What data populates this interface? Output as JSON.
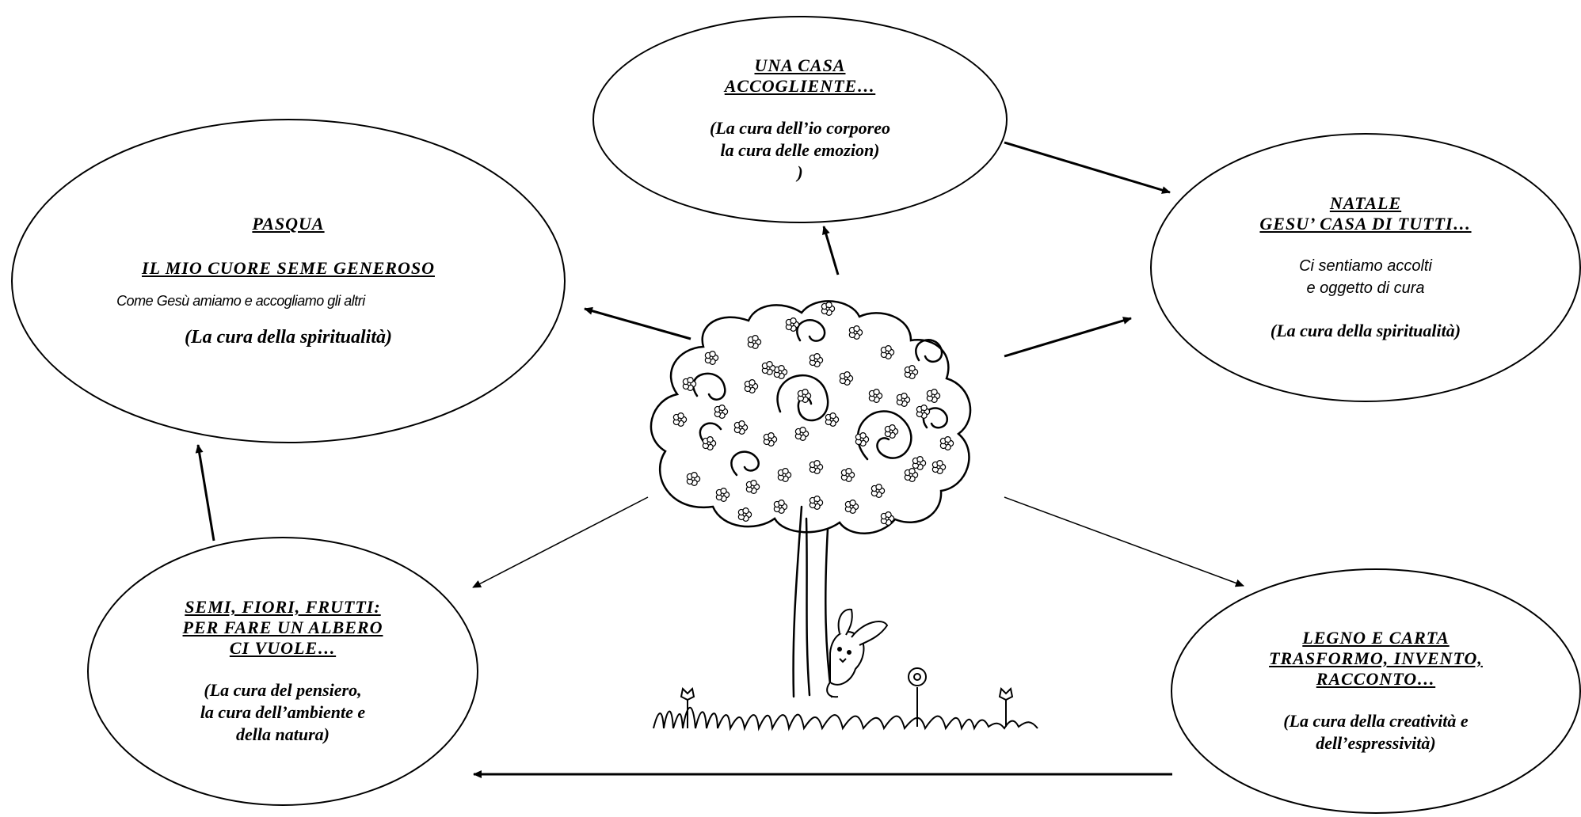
{
  "nodes": {
    "casa": {
      "title": "UNA CASA\nACCOGLIENTE…",
      "care": "(La cura dell’io corporeo\nla cura delle emozion)\n)"
    },
    "natale": {
      "title": "NATALE\nGESU’ CASA DI TUTTI…",
      "subtitle": "Ci sentiamo accolti\ne oggetto di cura",
      "care": "(La cura della spiritualità)"
    },
    "pasqua": {
      "title": "PASQUA",
      "title2": "IL MIO CUORE SEME  GENEROSO",
      "subtitle": "Come Gesù amiamo e accogliamo gli altri",
      "care": "(La cura della spiritualità)"
    },
    "semi": {
      "title": "SEMI, FIORI, FRUTTI:\nPER FARE UN ALBERO\nCI VUOLE…",
      "care": "(La cura del pensiero,\nla cura dell’ambiente e\ndella natura)"
    },
    "legno": {
      "title": "LEGNO E CARTA\nTRASFORMO, INVENTO,\nRACCONTO…",
      "care": "(La cura della creatività e\ndell’espressività)"
    }
  },
  "center_image": "tree-with-flowers-and-rabbit",
  "colors": {
    "stroke": "#000000",
    "background": "#ffffff"
  }
}
